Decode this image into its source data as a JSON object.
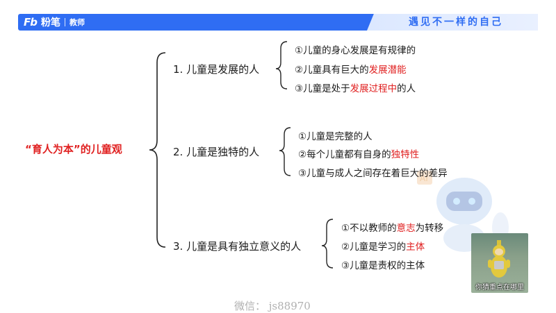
{
  "header": {
    "logo_brand": "Fb",
    "logo_name": "粉笔",
    "logo_sub": "教师",
    "slogan": "遇见不一样的自己"
  },
  "mindmap": {
    "root": "“育人为本”的儿童观",
    "branches": [
      {
        "title": "1. 儿童是发展的人",
        "items": [
          {
            "plain": "①儿童的身心发展是有规律的",
            "highlight": "",
            "after": ""
          },
          {
            "plain": "②儿童具有巨大的",
            "highlight": "发展潜能",
            "after": ""
          },
          {
            "plain": "③儿童是处于",
            "highlight": "发展过程中",
            "after": "的人"
          }
        ]
      },
      {
        "title": "2. 儿童是独特的人",
        "items": [
          {
            "plain": "①儿童是完整的人",
            "highlight": "",
            "after": ""
          },
          {
            "plain": "②每个儿童都有自身的",
            "highlight": "独特性",
            "after": ""
          },
          {
            "plain": "③儿童与成人之间存在着巨大的差异",
            "highlight": "",
            "after": ""
          }
        ]
      },
      {
        "title": "3. 儿童是具有独立意义的人",
        "items": [
          {
            "plain": "①不以教师的",
            "highlight": "意志",
            "after": "为转移"
          },
          {
            "plain": "②儿童是学习的",
            "highlight": "主体",
            "after": ""
          },
          {
            "plain": "③儿童是责权的主体",
            "highlight": "",
            "after": ""
          }
        ]
      }
    ]
  },
  "thumbnail": {
    "caption": "你猜重点在哪里"
  },
  "watermark": "微信：  js88970",
  "colors": {
    "brand_blue": "#2f6df3",
    "highlight_red": "#e02020"
  }
}
